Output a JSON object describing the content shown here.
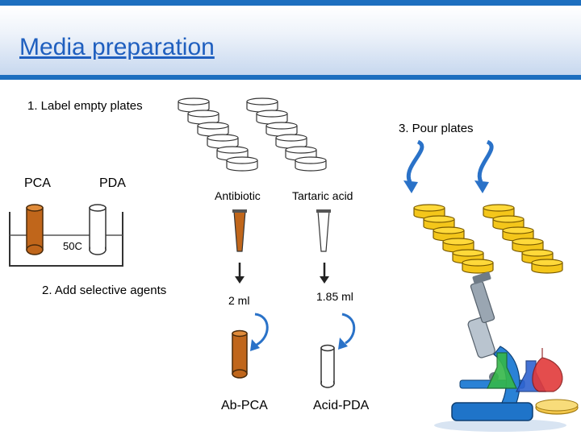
{
  "slide": {
    "title": "Media preparation",
    "colors": {
      "accent": "#1d6fbf",
      "title": "#1f5fbf",
      "agar_orange": "#c0661b",
      "poured_plate": "#f4c61a"
    }
  },
  "steps": {
    "step1": "1. Label empty plates",
    "step2": "2. Add selective agents",
    "step3": "3. Pour plates"
  },
  "media": {
    "pca": "PCA",
    "pda": "PDA",
    "bath_temp": "50C"
  },
  "agents": {
    "antibiotic": "Antibiotic",
    "tartaric": "Tartaric acid",
    "antibiotic_volume": "2 ml",
    "tartaric_volume": "1.85 ml"
  },
  "results": {
    "ab_pca": "Ab-PCA",
    "acid_pda": "Acid-PDA"
  },
  "icons": [
    "petri-dish-icon",
    "test-tube-icon",
    "pipette-icon",
    "curved-arrow-icon",
    "microscope-icon",
    "flask-icon"
  ]
}
